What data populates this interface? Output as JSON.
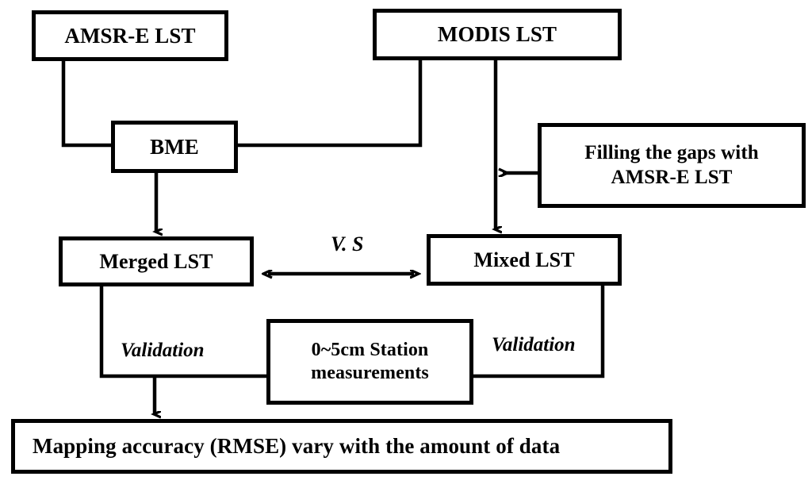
{
  "diagram": {
    "title": "LST merging and validation workflow",
    "background_color": "#ffffff",
    "line_color": "#000000",
    "nodes": {
      "amsre": "AMSR-E LST",
      "modis": "MODIS LST",
      "bme": "BME",
      "filling": "Filling the gaps with\nAMSR-E LST",
      "merged": "Merged LST",
      "mixed": "Mixed LST",
      "station": "0~5cm Station\nmeasurements",
      "mapping": "Mapping accuracy (RMSE) vary with the amount of data"
    },
    "edge_labels": {
      "vs": "V. S",
      "validation_left": "Validation",
      "validation_right": "Validation"
    }
  }
}
